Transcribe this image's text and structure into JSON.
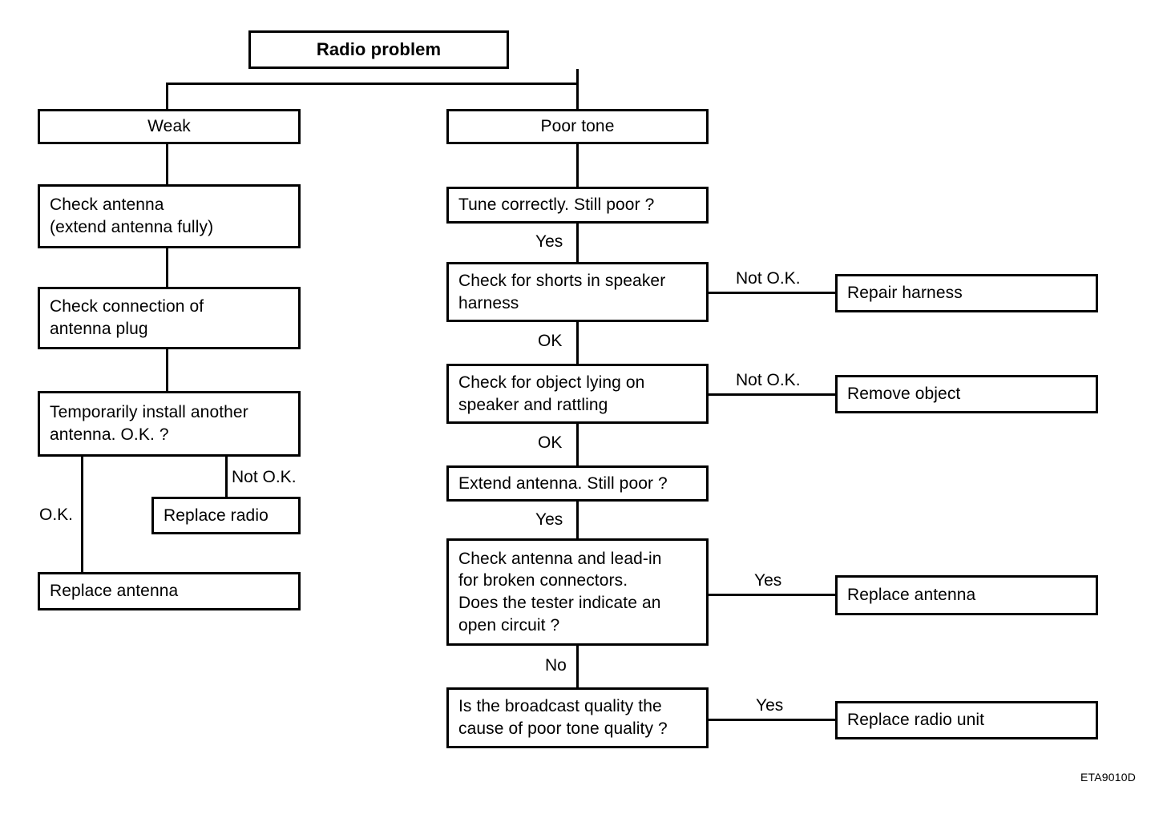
{
  "diagram": {
    "figure_id": "ETA9010D",
    "root": {
      "label": "Radio problem"
    },
    "branches": [
      {
        "label": "Weak"
      },
      {
        "label": "Poor tone"
      }
    ],
    "left_branch": {
      "steps": [
        {
          "label": "Check antenna\n(extend antenna fully)"
        },
        {
          "label": "Check connection of\nantenna plug"
        },
        {
          "label": "Temporarily install another\nantenna. O.K. ?"
        }
      ],
      "outcomes": [
        {
          "label": "Replace radio"
        },
        {
          "label": "Replace antenna"
        }
      ],
      "edge_labels": [
        {
          "label": "Not O.K."
        },
        {
          "label": "O.K."
        }
      ]
    },
    "right_branch": {
      "steps": [
        {
          "label": "Tune correctly. Still poor ?"
        },
        {
          "label": "Check for shorts in speaker\nharness"
        },
        {
          "label": "Check for object lying on\nspeaker and rattling"
        },
        {
          "label": "Extend antenna. Still poor ?"
        },
        {
          "label": "Check antenna and lead-in\nfor broken connectors.\nDoes the tester indicate an\nopen circuit ?"
        },
        {
          "label": "Is the broadcast quality the\ncause of poor tone quality ?"
        }
      ],
      "outcomes": [
        {
          "label": "Repair harness"
        },
        {
          "label": "Remove object"
        },
        {
          "label": "Replace antenna"
        },
        {
          "label": "Replace radio unit"
        }
      ],
      "vertical_labels": [
        {
          "label": "Yes"
        },
        {
          "label": "OK"
        },
        {
          "label": "OK"
        },
        {
          "label": "Yes"
        },
        {
          "label": "No"
        }
      ],
      "branch_labels": [
        {
          "label": "Not O.K."
        },
        {
          "label": "Not O.K."
        },
        {
          "label": "Yes"
        },
        {
          "label": "Yes"
        }
      ]
    }
  }
}
